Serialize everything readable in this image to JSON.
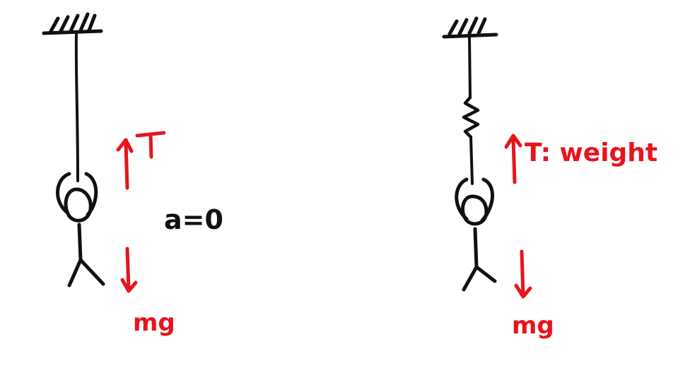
{
  "colors": {
    "ink": "#111111",
    "force": "#e8141b",
    "background": "#ffffff"
  },
  "left_figure": {
    "tension_label": "T",
    "weight_label": "mg",
    "acceleration_label": "a=0"
  },
  "right_figure": {
    "tension_label": "T: weight",
    "weight_label": "mg"
  },
  "icons": [
    "ceiling-hatch-icon",
    "spring-icon",
    "stick-figure-icon",
    "up-arrow-icon",
    "down-arrow-icon"
  ]
}
